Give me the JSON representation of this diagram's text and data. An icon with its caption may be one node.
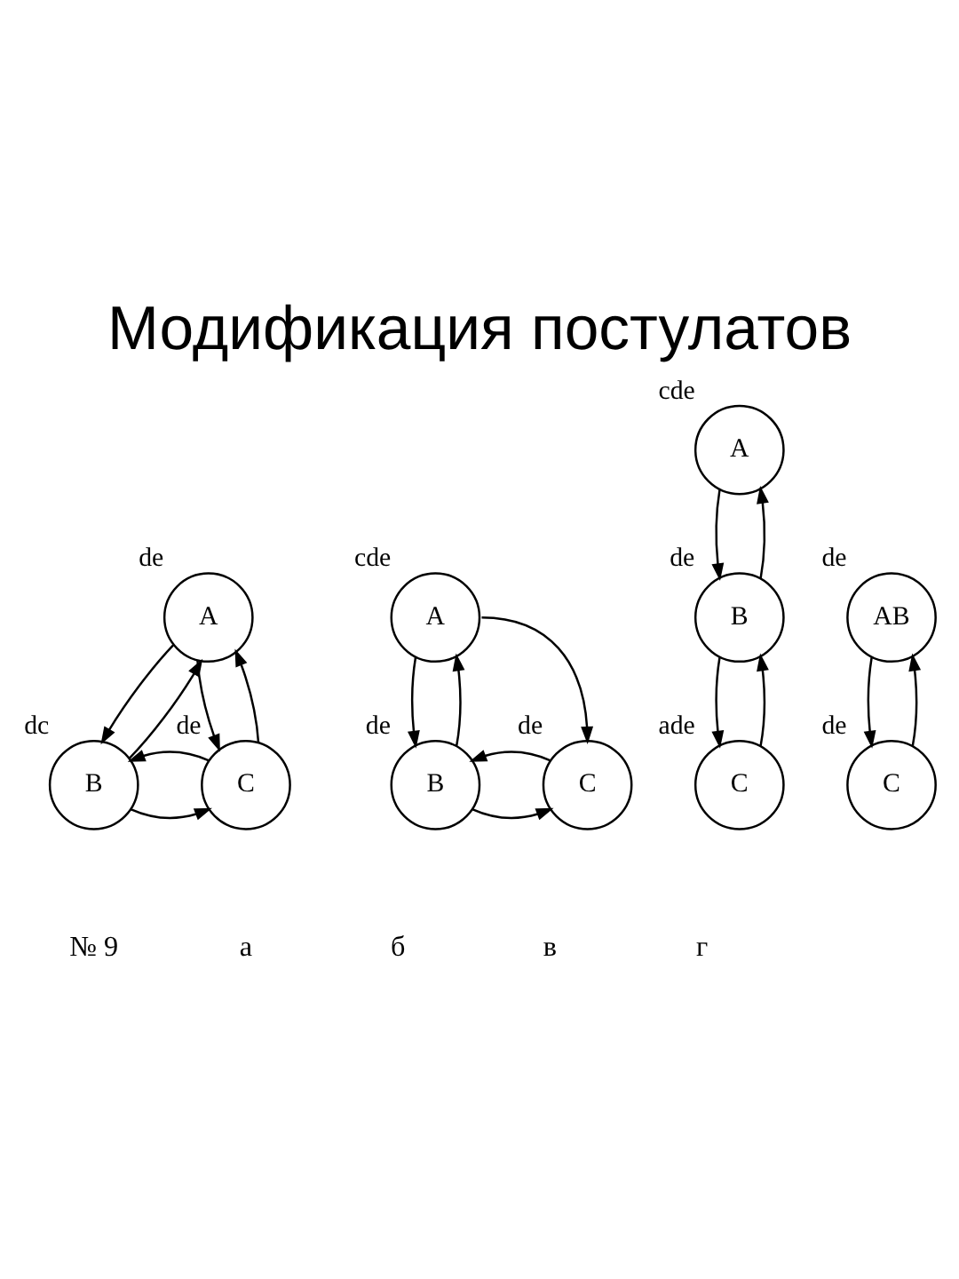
{
  "diagram": {
    "title": "Модификация постулатов",
    "nodes": [
      {
        "text": [
          "A"
        ],
        "beside": [
          "de"
        ]
      },
      {
        "text": [
          "B"
        ],
        "beside": [
          "dc"
        ]
      },
      {
        "text": [
          "C"
        ],
        "beside": [
          "de"
        ]
      },
      {
        "text": [
          "A"
        ],
        "beside": [
          "cde"
        ]
      },
      {
        "text": [
          "B"
        ],
        "beside": [
          "de"
        ]
      },
      {
        "text": [
          "C"
        ],
        "beside": [
          "de"
        ]
      },
      {
        "text": [
          "A"
        ],
        "beside": [
          "cde"
        ]
      },
      {
        "text": [
          "B"
        ],
        "beside": [
          "de"
        ]
      },
      {
        "text": [
          "C"
        ],
        "beside": [
          "ade"
        ]
      },
      {
        "text": [
          "AB"
        ],
        "beside": [
          "de"
        ]
      },
      {
        "text": [
          "C"
        ],
        "beside": [
          "de"
        ]
      }
    ],
    "edges": [
      {
        "from": 0,
        "to": 1,
        "arrow": "to"
      },
      {
        "from": 1,
        "to": 0,
        "arrow": "to"
      },
      {
        "from": 0,
        "to": 2,
        "arrow": "to"
      },
      {
        "from": 2,
        "to": 0,
        "arrow": "to"
      },
      {
        "from": 1,
        "to": 2,
        "arrow": "to"
      },
      {
        "from": 2,
        "to": 1,
        "arrow": "to"
      },
      {
        "from": 3,
        "to": 4,
        "arrow": "to"
      },
      {
        "from": 4,
        "to": 3,
        "arrow": "to"
      },
      {
        "from": 3,
        "to": 5,
        "arrow": "to"
      },
      {
        "from": 4,
        "to": 5,
        "arrow": "to"
      },
      {
        "from": 5,
        "to": 4,
        "arrow": "to"
      },
      {
        "from": 6,
        "to": 7,
        "arrow": "to"
      },
      {
        "from": 7,
        "to": 6,
        "arrow": "to"
      },
      {
        "from": 7,
        "to": 8,
        "arrow": "to"
      },
      {
        "from": 8,
        "to": 7,
        "arrow": "to"
      },
      {
        "from": 9,
        "to": 10,
        "arrow": "to"
      },
      {
        "from": 10,
        "to": 9,
        "arrow": "to"
      }
    ],
    "labels": [
      "№ 9",
      "а",
      "б",
      "в",
      "г"
    ]
  }
}
